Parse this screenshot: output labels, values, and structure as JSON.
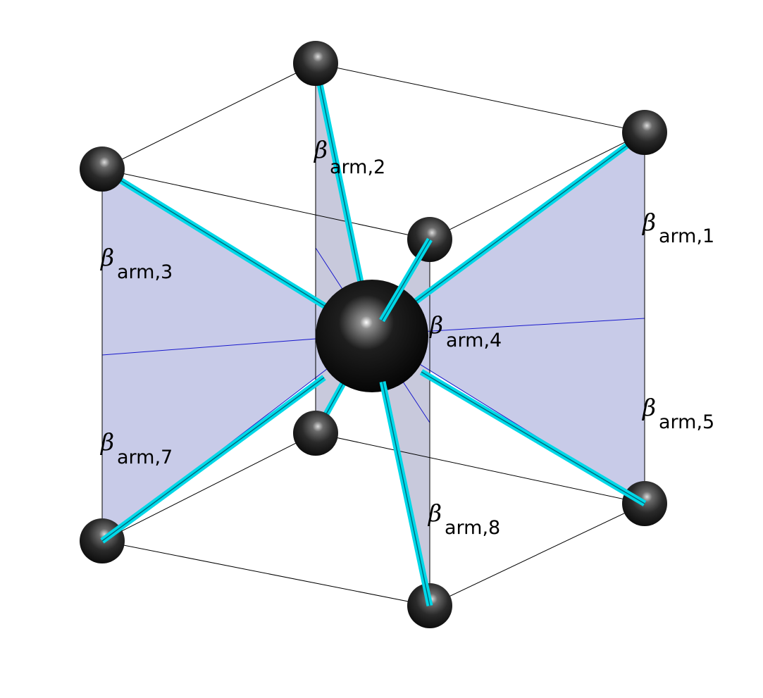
{
  "labels": {
    "symbol": "β",
    "arm1": "arm,1",
    "arm2": "arm,2",
    "arm3": "arm,3",
    "arm4": "arm,4",
    "arm5": "arm,5",
    "arm7": "arm,7",
    "arm8": "arm,8"
  },
  "colors": {
    "arm": "#00d8e8",
    "plane_fill": "#c8cbe8",
    "plane_edge": "#1a1acc",
    "cube_edge": "#000000",
    "atom": "#1a1a1a",
    "center_atom": "#000000"
  },
  "structure": {
    "shape": "cube",
    "corner_atoms": 8,
    "center_atom": 1,
    "arms": 8
  }
}
